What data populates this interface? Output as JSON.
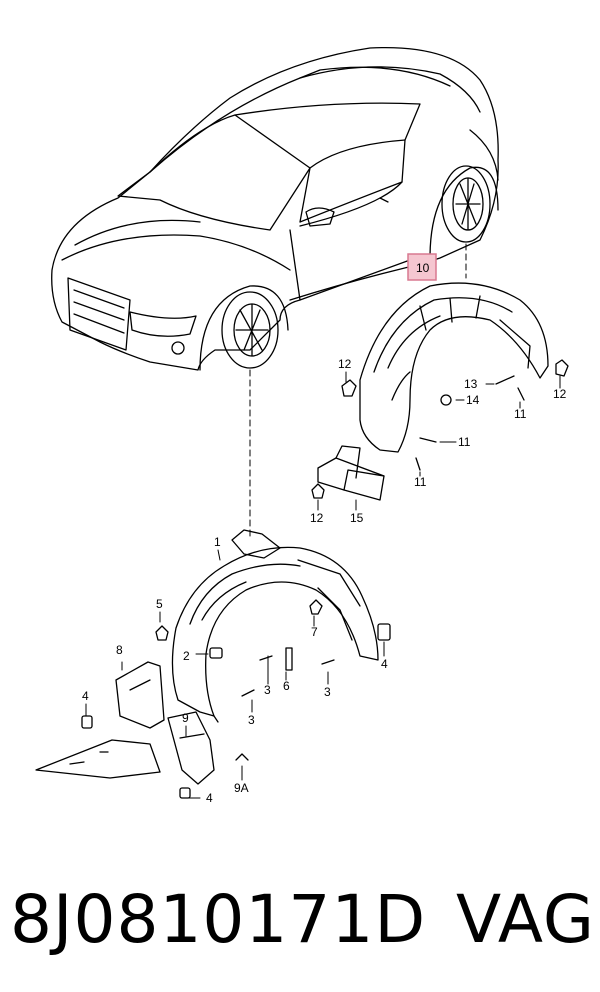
{
  "callouts": {
    "c1": "1",
    "c2": "2",
    "c3a": "3",
    "c3b": "3",
    "c3c": "3",
    "c4a": "4",
    "c4b": "4",
    "c4c": "4",
    "c5": "5",
    "c6": "6",
    "c7": "7",
    "c8": "8",
    "c9": "9",
    "c9A": "9A",
    "c10": "10",
    "c11a": "11",
    "c11b": "11",
    "c11c": "11",
    "c12a": "12",
    "c12b": "12",
    "c12c": "12",
    "c13": "13",
    "c14": "14",
    "c15": "15"
  },
  "highlight_color": "#f5c6d0",
  "highlight_border": "#d87890",
  "part_number": "8J0810171D",
  "brand": "VAG"
}
